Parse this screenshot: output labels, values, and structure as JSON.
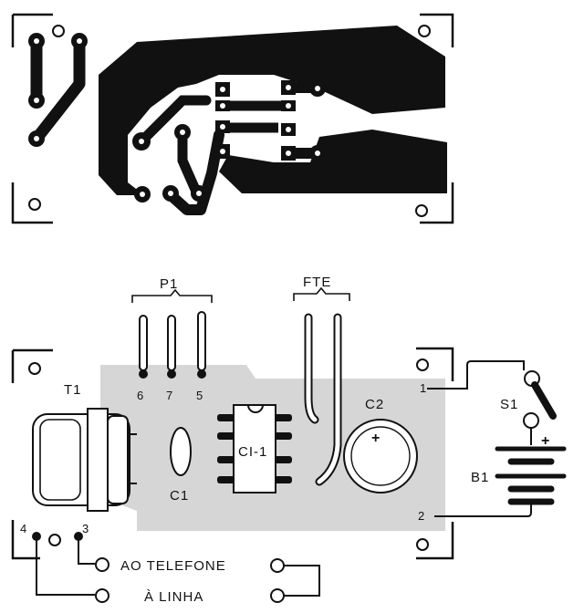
{
  "layout_view": {
    "name": "copper-traces"
  },
  "component_view": {
    "labels": {
      "p1": "P1",
      "fte": "FTE",
      "t1": "T1",
      "c1": "C1",
      "c2": "C2",
      "ci1": "CI-1",
      "s1": "S1",
      "b1": "B1",
      "plus_c2": "+",
      "plus_b1": "+"
    },
    "pins": {
      "p1_6": "6",
      "p1_7": "7",
      "p1_5": "5",
      "t1_4": "4",
      "t1_3": "3",
      "term_1": "1",
      "term_2": "2"
    },
    "connections": {
      "telefone": "AO TELEFONE",
      "linha": "À LINHA"
    }
  },
  "colors": {
    "ink": "#111111",
    "board": "#d6d6d6",
    "background": "#ffffff"
  }
}
